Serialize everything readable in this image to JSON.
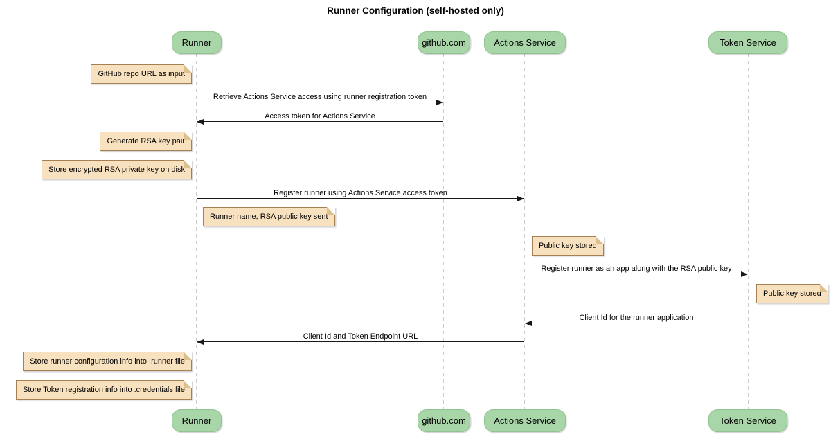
{
  "title": "Runner Configuration (self-hosted only)",
  "diagram_type": "sequence",
  "colors": {
    "participant_fill": "#A8D6A8",
    "participant_border": "#8FC48F",
    "note_fill": "#F8E1BE",
    "note_border": "#A58053",
    "lifeline": "#CCCCCC",
    "arrow": "#181818",
    "background": "#FFFFFF"
  },
  "participants": [
    {
      "id": "runner",
      "label": "Runner"
    },
    {
      "id": "github",
      "label": "github.com"
    },
    {
      "id": "actions-service",
      "label": "Actions Service"
    },
    {
      "id": "token-service",
      "label": "Token Service"
    }
  ],
  "messages": [
    {
      "text": "Retrieve Actions Service access using runner registration token",
      "from": "Runner",
      "to": "github.com",
      "direction": "right"
    },
    {
      "text": "Access token for Actions Service",
      "from": "github.com",
      "to": "Runner",
      "direction": "left"
    },
    {
      "text": "Register runner using Actions Service access token",
      "from": "Runner",
      "to": "Actions Service",
      "direction": "right"
    },
    {
      "text": "Register runner as an app along with the RSA public key",
      "from": "Actions Service",
      "to": "Token Service",
      "direction": "right"
    },
    {
      "text": "Client Id for the runner application",
      "from": "Token Service",
      "to": "Actions Service",
      "direction": "left"
    },
    {
      "text": "Client Id and Token Endpoint URL",
      "from": "Actions Service",
      "to": "Runner",
      "direction": "left"
    }
  ],
  "notes": [
    {
      "text": "GitHub repo URL as input",
      "position": "left of Runner"
    },
    {
      "text": "Generate RSA key pair",
      "position": "left of Runner"
    },
    {
      "text": "Store encrypted RSA private key on disk",
      "position": "left of Runner"
    },
    {
      "text": "Runner name, RSA public key sent",
      "position": "right of Runner"
    },
    {
      "text": "Public key stored",
      "position": "right of Actions Service"
    },
    {
      "text": "Public key stored",
      "position": "right of Token Service"
    },
    {
      "text": "Store runner configuration info into .runner file",
      "position": "left of Runner"
    },
    {
      "text": "Store Token registration info into .credentials file",
      "position": "left of Runner"
    }
  ]
}
